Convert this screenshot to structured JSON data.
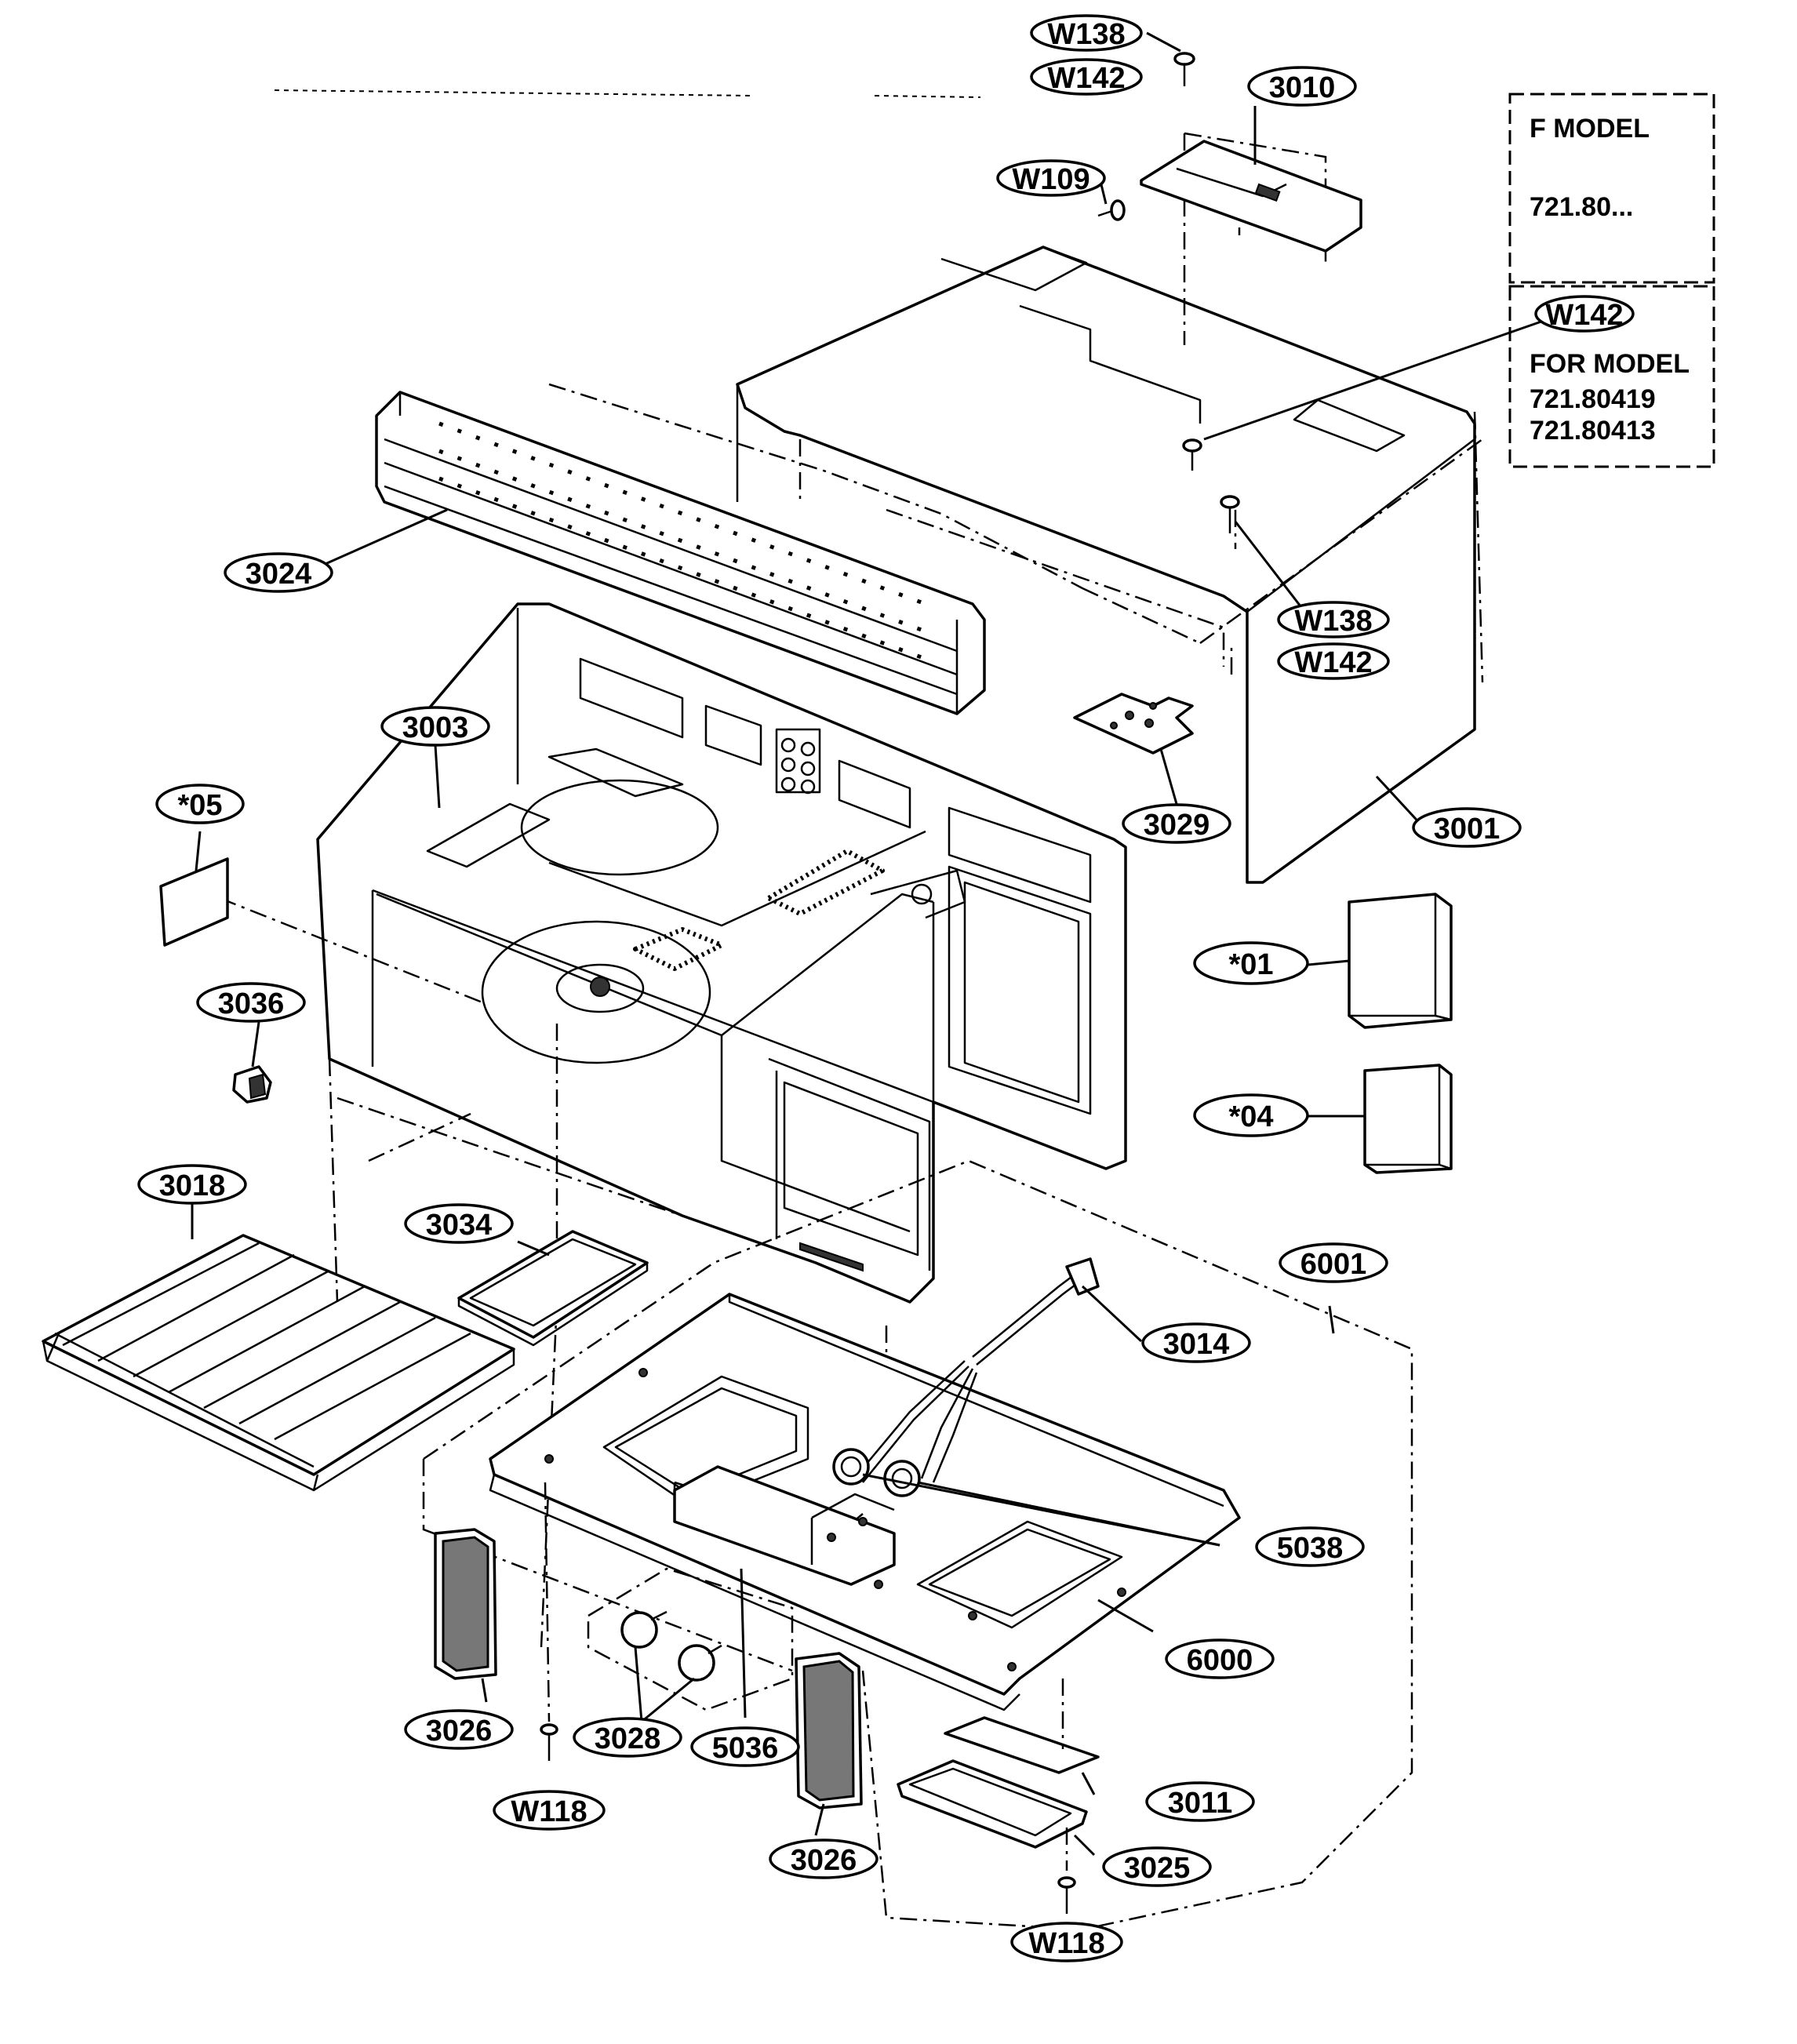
{
  "labels": [
    {
      "id": "W138_top",
      "text": "W138"
    },
    {
      "id": "W142_top",
      "text": "W142"
    },
    {
      "id": "3010",
      "text": "3010"
    },
    {
      "id": "W109",
      "text": "W109"
    },
    {
      "id": "W142_box",
      "text": "W142"
    },
    {
      "id": "3024",
      "text": "3024"
    },
    {
      "id": "W138_mid",
      "text": "W138"
    },
    {
      "id": "W142_mid",
      "text": "W142"
    },
    {
      "id": "3003",
      "text": "3003"
    },
    {
      "id": "3029",
      "text": "3029"
    },
    {
      "id": "3001",
      "text": "3001"
    },
    {
      "id": "s05",
      "text": "*05"
    },
    {
      "id": "s01",
      "text": "*01"
    },
    {
      "id": "3036",
      "text": "3036"
    },
    {
      "id": "s04",
      "text": "*04"
    },
    {
      "id": "3018",
      "text": "3018"
    },
    {
      "id": "3034",
      "text": "3034"
    },
    {
      "id": "6001",
      "text": "6001"
    },
    {
      "id": "3014",
      "text": "3014"
    },
    {
      "id": "5038",
      "text": "5038"
    },
    {
      "id": "6000",
      "text": "6000"
    },
    {
      "id": "3026_left",
      "text": "3026"
    },
    {
      "id": "3028",
      "text": "3028"
    },
    {
      "id": "5036",
      "text": "5036"
    },
    {
      "id": "W118_left",
      "text": "W118"
    },
    {
      "id": "3011",
      "text": "3011"
    },
    {
      "id": "3026_right",
      "text": "3026"
    },
    {
      "id": "3025",
      "text": "3025"
    },
    {
      "id": "W118_right",
      "text": "W118"
    }
  ],
  "note_top": {
    "line1": "F   MODEL",
    "line2": "721.80..."
  },
  "note_model": {
    "title": "FOR MODEL",
    "model1": "721.80419",
    "model2": "721.80413"
  }
}
